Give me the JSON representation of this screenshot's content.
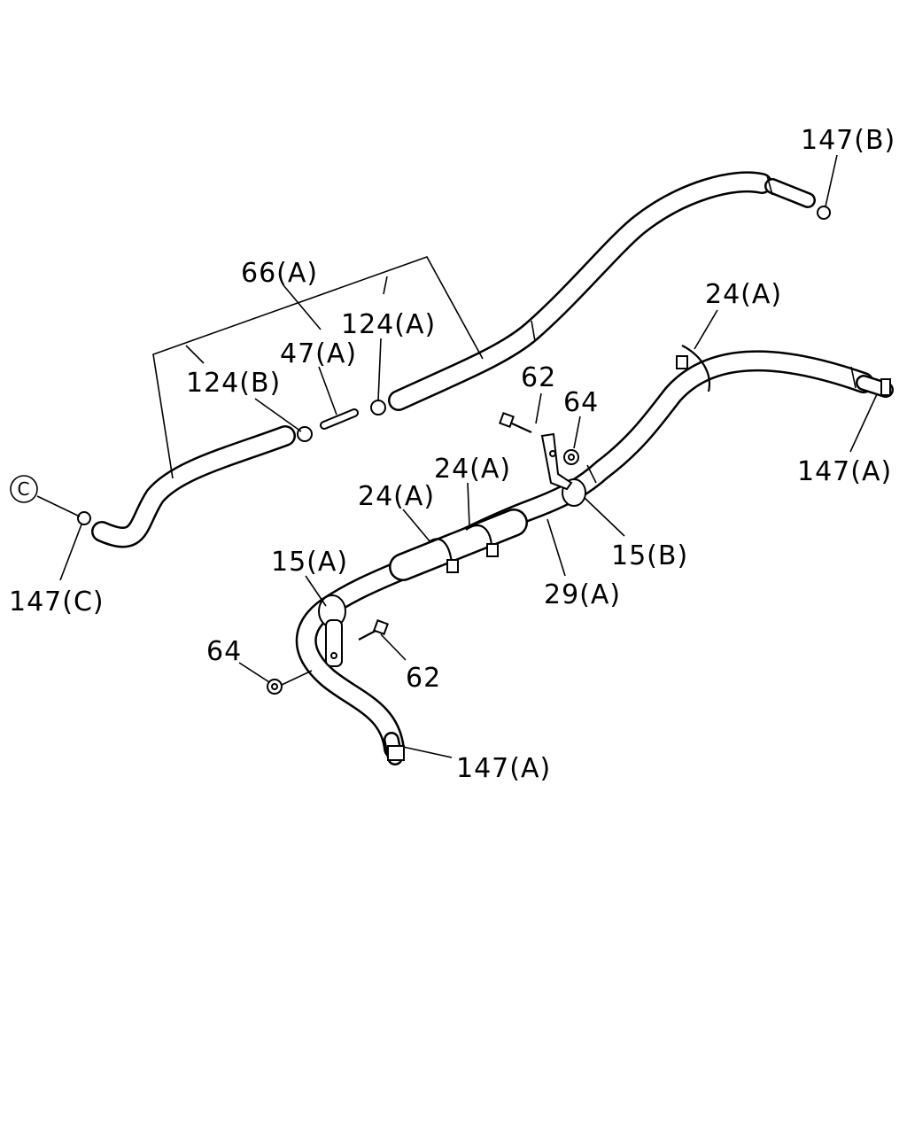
{
  "diagram": {
    "callouts": {
      "c_147B": "147(B)",
      "c_66A": "66(A)",
      "c_124A": "124(A)",
      "c_47A": "47(A)",
      "c_124B": "124(B)",
      "c_24A_top": "24(A)",
      "c_62_top": "62",
      "c_64_top": "64",
      "c_147A_right": "147(A)",
      "c_24A_mid_right": "24(A)",
      "c_24A_mid_left": "24(A)",
      "c_15B": "15(B)",
      "c_29A": "29(A)",
      "c_15A": "15(A)",
      "c_64_bottom": "64",
      "c_62_bottom": "62",
      "c_147A_bottom": "147(A)",
      "c_147C": "147(C)",
      "c_circle": "C"
    }
  }
}
